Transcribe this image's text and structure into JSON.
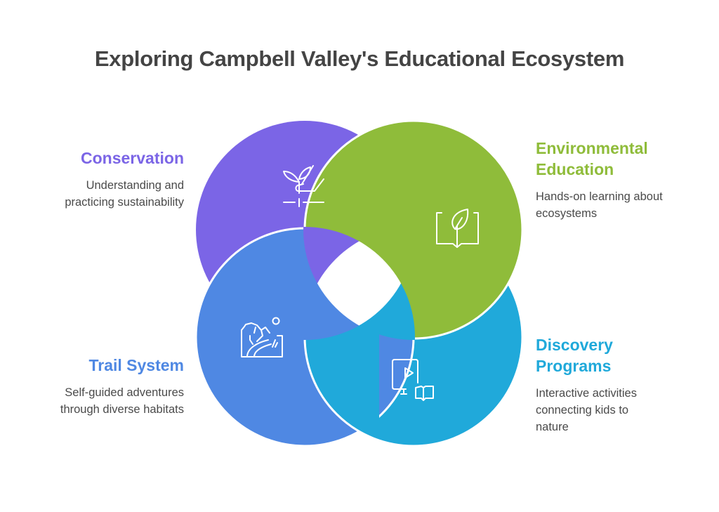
{
  "title": "Exploring Campbell Valley's Educational Ecosystem",
  "colors": {
    "conservation": "#7B65E6",
    "environmental_education": "#8FBC3A",
    "trail_system": "#4F88E3",
    "discovery_programs": "#20A9DA",
    "title_text": "#444444",
    "body_text": "#4a4a4a"
  },
  "segments": [
    {
      "id": "conservation",
      "title": "Conservation",
      "description": "Understanding and practicing sustainability",
      "icon": "plant-in-hand-icon",
      "position": "top-left"
    },
    {
      "id": "environmental_education",
      "title": "Environmental Education",
      "title_lines": [
        "Environmental",
        "Education"
      ],
      "description": "Hands-on learning about ecosystems",
      "icon": "book-with-leaf-icon",
      "position": "top-right"
    },
    {
      "id": "trail_system",
      "title": "Trail System",
      "description": "Self-guided adventures through diverse habitats",
      "icon": "landscape-trail-icon",
      "position": "bottom-left"
    },
    {
      "id": "discovery_programs",
      "title": "Discovery Programs",
      "title_lines": [
        "Discovery",
        "Programs"
      ],
      "description": "Interactive activities connecting kids to nature",
      "icon": "video-and-book-icon",
      "position": "bottom-right"
    }
  ]
}
